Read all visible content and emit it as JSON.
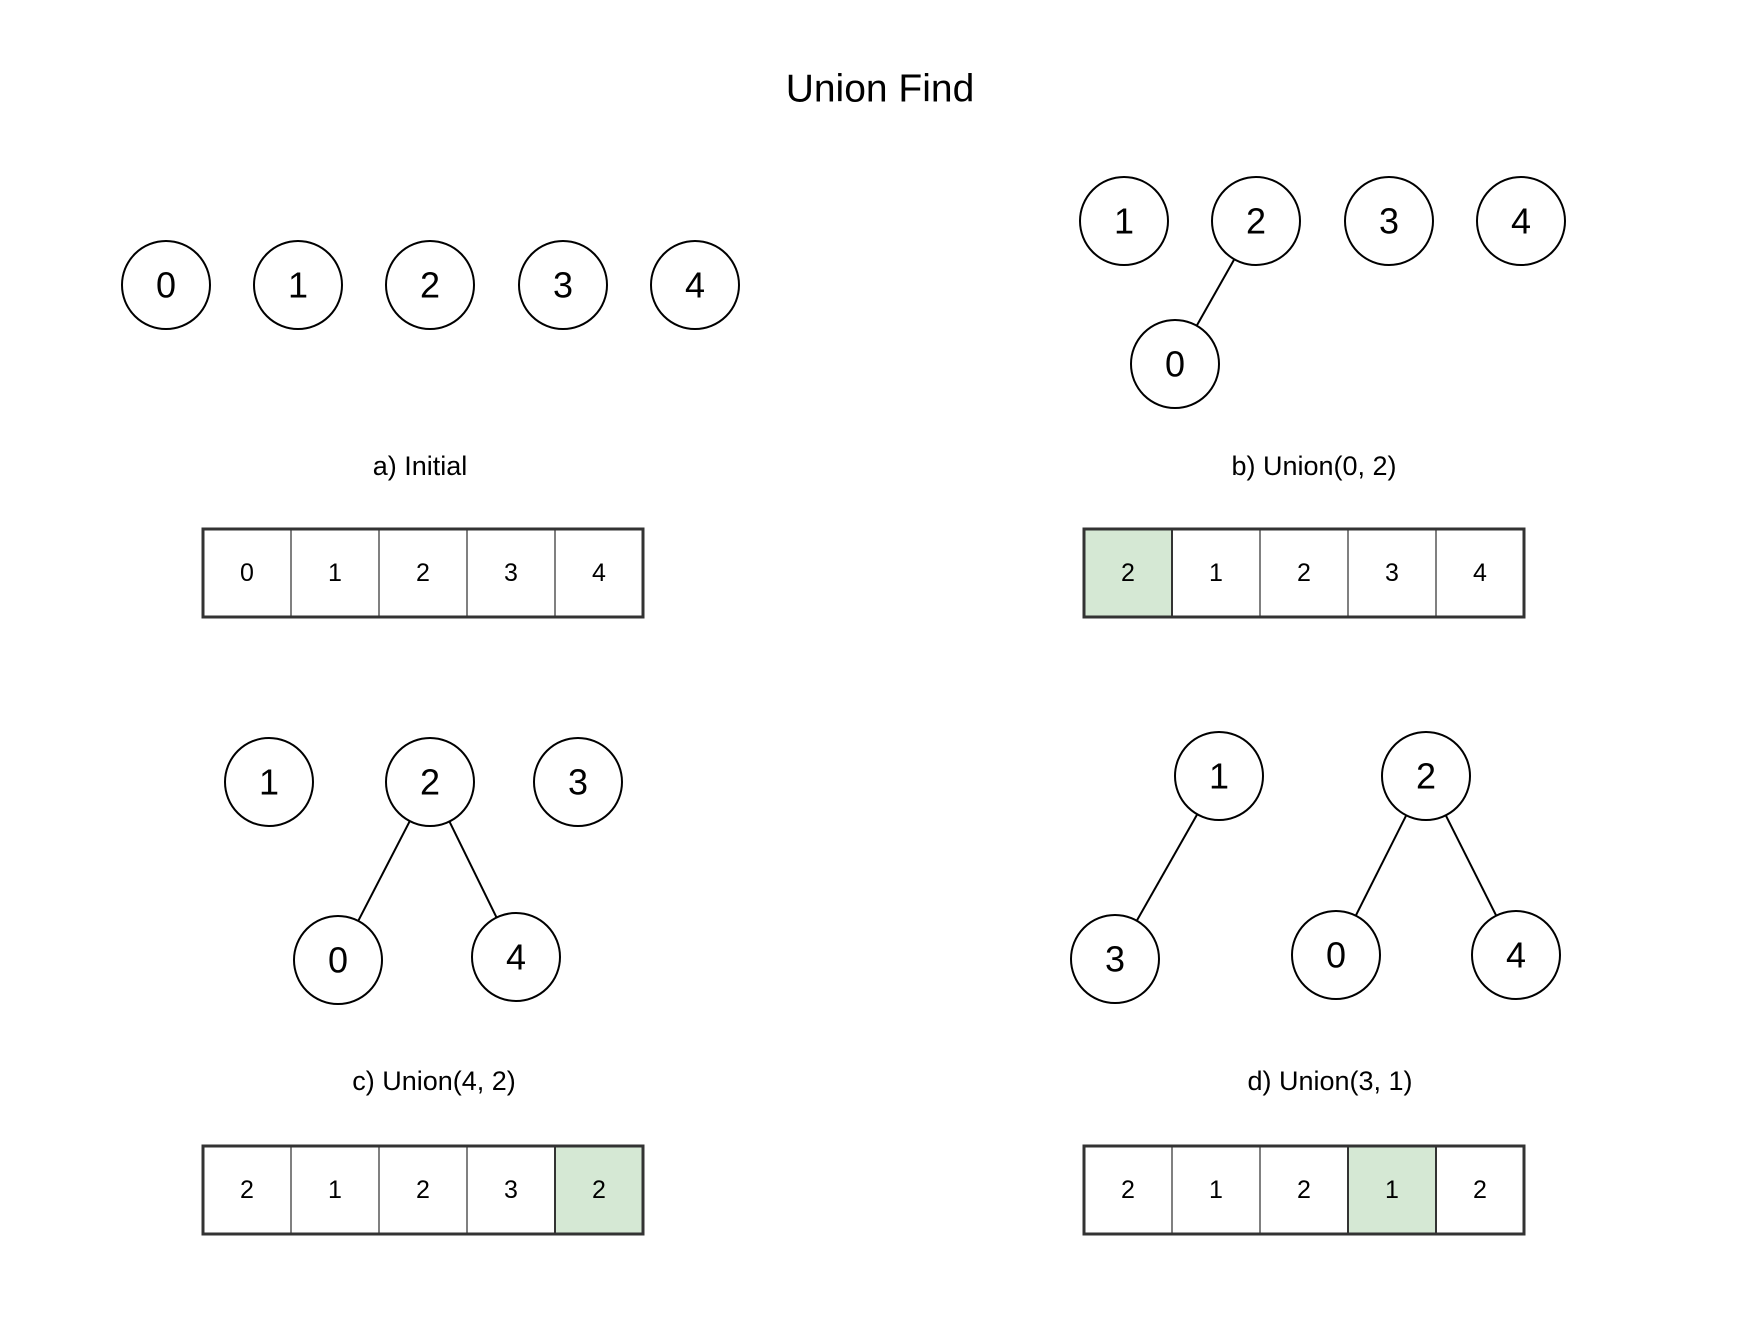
{
  "title": "Union Find",
  "panels": [
    {
      "id": "a",
      "caption": "a) Initial",
      "nodes": [
        {
          "label": "0"
        },
        {
          "label": "1"
        },
        {
          "label": "2"
        },
        {
          "label": "3"
        },
        {
          "label": "4"
        }
      ],
      "edges": [],
      "array": {
        "values": [
          "0",
          "1",
          "2",
          "3",
          "4"
        ],
        "highlight_index": null
      }
    },
    {
      "id": "b",
      "caption": "b) Union(0, 2)",
      "nodes": [
        {
          "label": "1"
        },
        {
          "label": "2"
        },
        {
          "label": "3"
        },
        {
          "label": "4"
        },
        {
          "label": "0"
        }
      ],
      "edges": [
        {
          "parent": "2",
          "child": "0"
        }
      ],
      "array": {
        "values": [
          "2",
          "1",
          "2",
          "3",
          "4"
        ],
        "highlight_index": 0
      }
    },
    {
      "id": "c",
      "caption": "c) Union(4, 2)",
      "nodes": [
        {
          "label": "1"
        },
        {
          "label": "2"
        },
        {
          "label": "3"
        },
        {
          "label": "0"
        },
        {
          "label": "4"
        }
      ],
      "edges": [
        {
          "parent": "2",
          "child": "0"
        },
        {
          "parent": "2",
          "child": "4"
        }
      ],
      "array": {
        "values": [
          "2",
          "1",
          "2",
          "3",
          "2"
        ],
        "highlight_index": 4
      }
    },
    {
      "id": "d",
      "caption": "d) Union(3, 1)",
      "nodes": [
        {
          "label": "1"
        },
        {
          "label": "2"
        },
        {
          "label": "3"
        },
        {
          "label": "0"
        },
        {
          "label": "4"
        }
      ],
      "edges": [
        {
          "parent": "1",
          "child": "3"
        },
        {
          "parent": "2",
          "child": "0"
        },
        {
          "parent": "2",
          "child": "4"
        }
      ],
      "array": {
        "values": [
          "2",
          "1",
          "2",
          "1",
          "2"
        ],
        "highlight_index": 3
      }
    }
  ],
  "colors": {
    "stroke": "#000000",
    "cell_divider": "#808080",
    "highlight_fill": "#d5e8d4",
    "background": "#ffffff"
  }
}
